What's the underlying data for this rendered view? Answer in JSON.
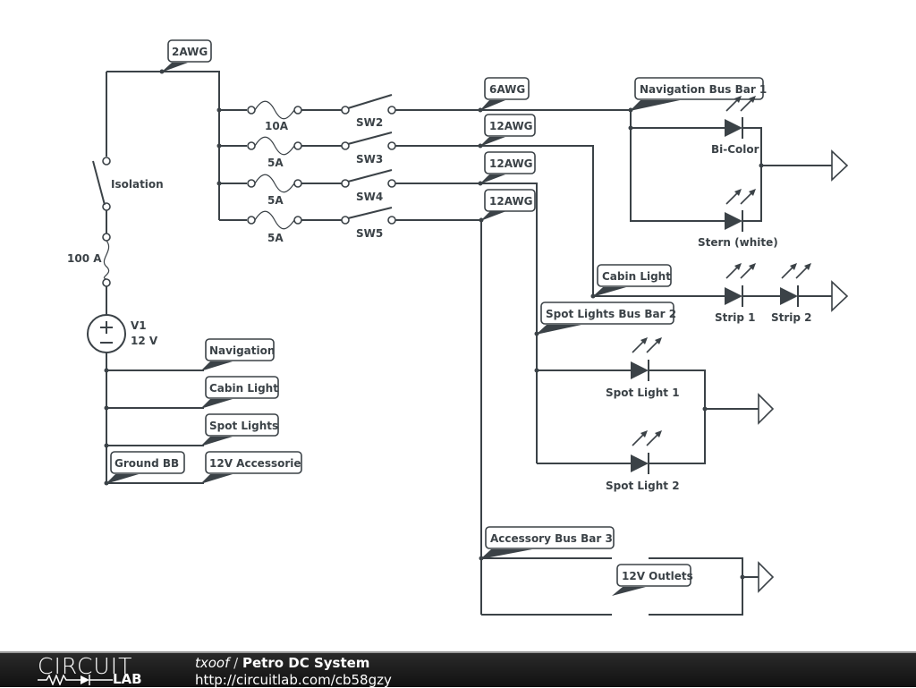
{
  "schematic": {
    "wire_tags": {
      "main_feed": "2AWG",
      "sw2_out": "6AWG",
      "sw3_out": "12AWG",
      "sw4_out": "12AWG",
      "sw5_out": "12AWG"
    },
    "net_labels": {
      "navigation_bus": "Navigation Bus Bar 1",
      "cabin_light": "Cabin Light",
      "spot_bus": "Spot Lights Bus Bar 2",
      "accessory_bus": "Accessory Bus Bar 3",
      "outlets": "12V Outlets",
      "gnd_navigation": "Navigation",
      "gnd_cabin": "Cabin Light",
      "gnd_spot": "Spot Lights",
      "gnd_bb": "Ground BB",
      "gnd_accessory": "12V Accessorie"
    },
    "components": {
      "isolation": "Isolation",
      "main_fuse": "100 A",
      "source_name": "V1",
      "source_value": "12 V",
      "fuse_sw2": "10A",
      "fuse_sw3": "5A",
      "fuse_sw4": "5A",
      "fuse_sw5": "5A",
      "sw2": "SW2",
      "sw3": "SW3",
      "sw4": "SW4",
      "sw5": "SW5",
      "led_bicolor": "Bi-Color",
      "led_stern": "Stern (white)",
      "led_strip1": "Strip 1",
      "led_strip2": "Strip 2",
      "led_spot1": "Spot Light 1",
      "led_spot2": "Spot Light 2"
    },
    "colors": {
      "wire": "#3b4247",
      "background": "#ffffff"
    }
  },
  "footer": {
    "logo_top": "CIRCUIT",
    "logo_bottom": "LAB",
    "author": "txoof",
    "separator": " / ",
    "title": "Petro DC System",
    "url": "http://circuitlab.com/cb58gzy"
  }
}
